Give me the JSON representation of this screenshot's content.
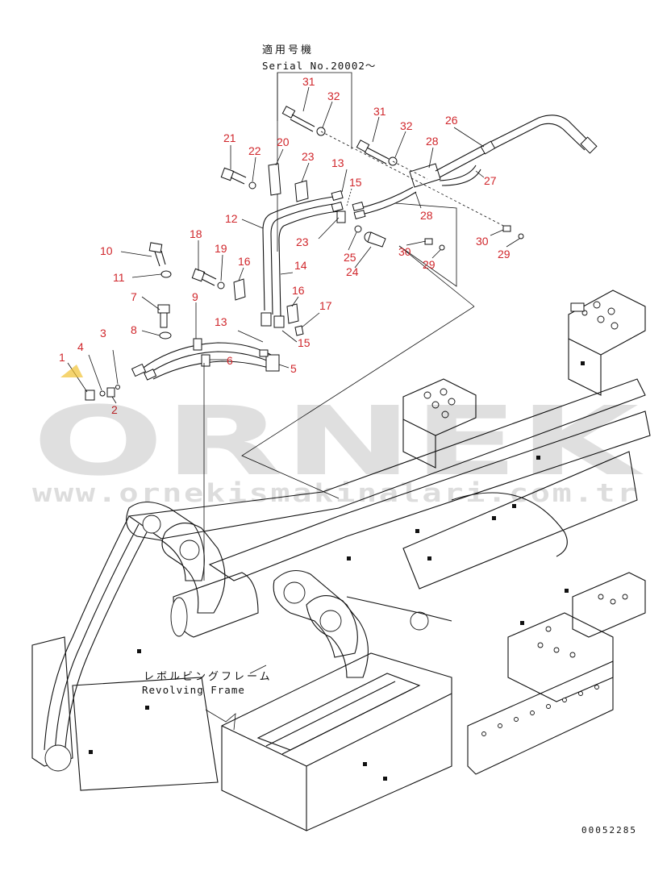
{
  "serial_note": {
    "jp": "適用号機",
    "en": "Serial No.20002～"
  },
  "frame_label": {
    "jp": "レボルビングフレーム",
    "en": "Revolving Frame"
  },
  "drawing_number": "00052285",
  "watermark": {
    "brand": "ORNEK",
    "url": "www.ornekismakinalari.com.tr"
  },
  "callouts": [
    {
      "id": "c31a",
      "text": "31"
    },
    {
      "id": "c32a",
      "text": "32"
    },
    {
      "id": "c31b",
      "text": "31"
    },
    {
      "id": "c32b",
      "text": "32"
    },
    {
      "id": "c26",
      "text": "26"
    },
    {
      "id": "c28a",
      "text": "28"
    },
    {
      "id": "c27",
      "text": "27"
    },
    {
      "id": "c21",
      "text": "21"
    },
    {
      "id": "c22",
      "text": "22"
    },
    {
      "id": "c20",
      "text": "20"
    },
    {
      "id": "c23a",
      "text": "23"
    },
    {
      "id": "c13a",
      "text": "13"
    },
    {
      "id": "c15a",
      "text": "15"
    },
    {
      "id": "c28b",
      "text": "28"
    },
    {
      "id": "c12",
      "text": "12"
    },
    {
      "id": "c23b",
      "text": "23"
    },
    {
      "id": "c25",
      "text": "25"
    },
    {
      "id": "c30a",
      "text": "30"
    },
    {
      "id": "c30b",
      "text": "30"
    },
    {
      "id": "c29a",
      "text": "29"
    },
    {
      "id": "c29b",
      "text": "29"
    },
    {
      "id": "c24",
      "text": "24"
    },
    {
      "id": "c14",
      "text": "14"
    },
    {
      "id": "c18",
      "text": "18"
    },
    {
      "id": "c19",
      "text": "19"
    },
    {
      "id": "c16a",
      "text": "16"
    },
    {
      "id": "c10",
      "text": "10"
    },
    {
      "id": "c11",
      "text": "11"
    },
    {
      "id": "c7",
      "text": "7"
    },
    {
      "id": "c9",
      "text": "9"
    },
    {
      "id": "c16b",
      "text": "16"
    },
    {
      "id": "c17",
      "text": "17"
    },
    {
      "id": "c8",
      "text": "8"
    },
    {
      "id": "c13b",
      "text": "13"
    },
    {
      "id": "c15b",
      "text": "15"
    },
    {
      "id": "c3",
      "text": "3"
    },
    {
      "id": "c1",
      "text": "1"
    },
    {
      "id": "c4",
      "text": "4"
    },
    {
      "id": "c6",
      "text": "6"
    },
    {
      "id": "c5",
      "text": "5"
    },
    {
      "id": "c2",
      "text": "2"
    }
  ]
}
